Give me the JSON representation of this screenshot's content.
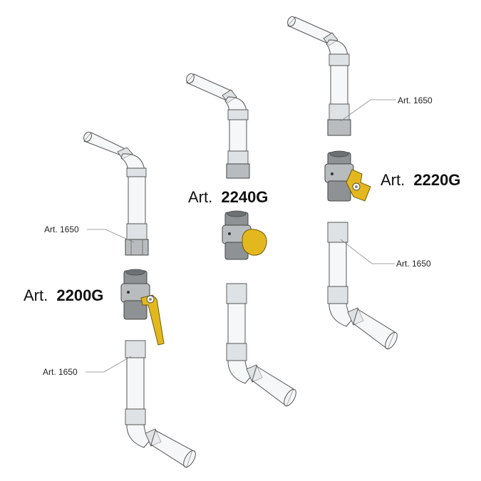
{
  "labels": {
    "fitting": "Art. 1650",
    "art_prefix": "Art.",
    "valve_2200": "2200G",
    "valve_2240": "2240G",
    "valve_2220": "2220G"
  },
  "colors": {
    "handle": "#e3b81f",
    "valve_body": "#b9bcbe",
    "pipe": "#eef1f3",
    "outline": "#555555"
  }
}
